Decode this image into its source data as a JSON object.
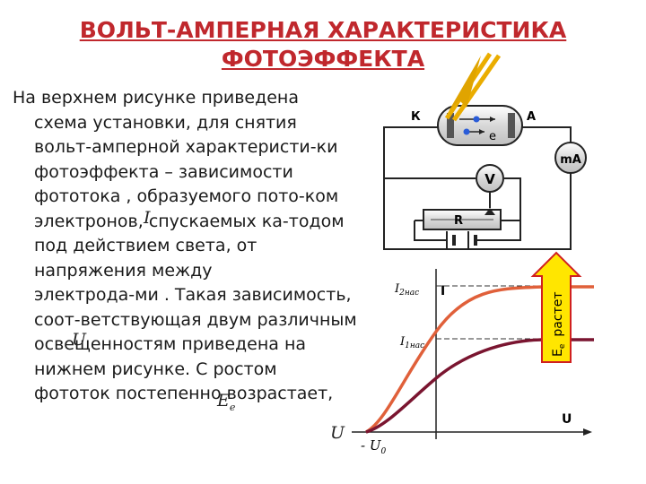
{
  "title": {
    "line1": "ВОЛЬТ-АМПЕРНАЯ ХАРАКТЕРИСТИКА",
    "line2": "ФОТОЭФФЕКТА"
  },
  "body": {
    "lines": [
      "На верхнем рисунке приведена",
      "схема установки, для снятия",
      "вольт-амперной характеристи-ки",
      "фотоэффекта – зависимости",
      "фототока      , образуемого пото-ком",
      "электронов, спускаемых ка-тодом",
      "под действием света, от",
      "напряжения между",
      "электрода-ми    . Такая зависимость,",
      "соот-ветствующая двум различным",
      " освещенностям     приведена на",
      "нижнем рисунке. С ростом",
      "фототок постепенно возрастает,"
    ],
    "symbol_I": "I",
    "symbol_U": "U",
    "symbol_E": "E",
    "symbol_E_sub": "e",
    "symbol_U_end": "U"
  },
  "circuit": {
    "label_K": "К",
    "label_A": "А",
    "label_e": "е",
    "label_mA": "mA",
    "label_V": "V",
    "label_R": "R"
  },
  "graph": {
    "axis_I": "I",
    "axis_U": "U",
    "label_I2": "I",
    "label_I2_sub": "2нас",
    "label_I1": "I",
    "label_I1_sub": "1нас",
    "label_minus_U0": "- U",
    "label_minus_U0_sub": "0",
    "arrow_E": "E",
    "arrow_E_sub": "e",
    "arrow_text": "растет"
  },
  "colors": {
    "title": "#c0282d",
    "curve_upper": "#e0603a",
    "curve_lower": "#7a1530",
    "arrow_fill": "#ffe600",
    "arrow_border": "#d02020",
    "wire": "#222222"
  }
}
